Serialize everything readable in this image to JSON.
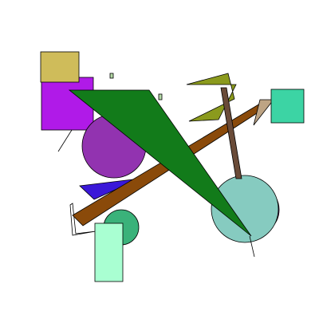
{
  "canvas": {
    "background": "#ffffff"
  },
  "shapes": [
    {
      "name": "magenta-rectangle",
      "kind": "rect",
      "color": "#b01ae8"
    },
    {
      "name": "khaki-rectangle",
      "kind": "rect",
      "color": "#cfbc5a"
    },
    {
      "name": "small-green-square-left",
      "kind": "rect",
      "color": "#b3d9a6"
    },
    {
      "name": "small-green-square-right",
      "kind": "rect",
      "color": "#b3d9a6"
    },
    {
      "name": "thin-line-left",
      "kind": "line",
      "color": "#000000"
    },
    {
      "name": "purple-circle",
      "kind": "ellipse",
      "color": "#9233b0"
    },
    {
      "name": "blue-triangle",
      "kind": "polygon",
      "color": "#3a18d8"
    },
    {
      "name": "thin-line-bottom-left",
      "kind": "line",
      "color": "#000000"
    },
    {
      "name": "green-circle",
      "kind": "ellipse",
      "color": "#3ab27a"
    },
    {
      "name": "mint-rectangle",
      "kind": "rect",
      "color": "#a9ffd2"
    },
    {
      "name": "olive-bowtie",
      "kind": "polygon",
      "color": "#8b9a1d"
    },
    {
      "name": "dark-purple-circle",
      "kind": "ellipse",
      "color": "#6b1a80"
    },
    {
      "name": "teal-circle",
      "kind": "ellipse",
      "color": "#86cbc0"
    },
    {
      "name": "brown-bar",
      "kind": "polygon",
      "color": "#8a4a0a"
    },
    {
      "name": "tan-quadrilateral",
      "kind": "polygon",
      "color": "#bea484"
    },
    {
      "name": "aqua-square",
      "kind": "rect",
      "color": "#3cd4a4"
    },
    {
      "name": "brown-thin-bar",
      "kind": "polygon",
      "color": "#6a4b38"
    },
    {
      "name": "green-triangle",
      "kind": "polygon",
      "color": "#127b1a"
    },
    {
      "name": "thin-line-right",
      "kind": "line",
      "color": "#000000"
    }
  ]
}
